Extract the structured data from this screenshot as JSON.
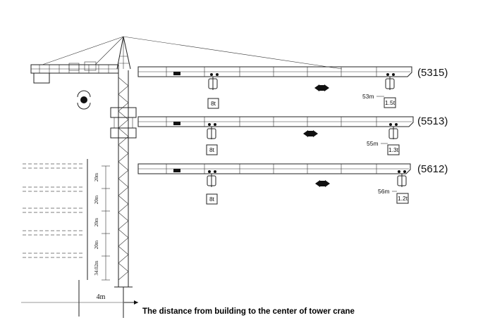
{
  "models": [
    {
      "name": "(5315)",
      "radius_label": "53m",
      "tip_load": "1.5t",
      "max_load": "8t"
    },
    {
      "name": "(5513)",
      "radius_label": "55m",
      "tip_load": "1.3t",
      "max_load": "8t"
    },
    {
      "name": "(5612)",
      "radius_label": "56m",
      "tip_load": "1.2t",
      "max_load": "8t"
    }
  ],
  "height_segments": [
    "20m",
    "20m",
    "20m",
    "20m",
    "34.02m"
  ],
  "distance_label": "4m",
  "caption": "The distance from building to the center of tower crane"
}
